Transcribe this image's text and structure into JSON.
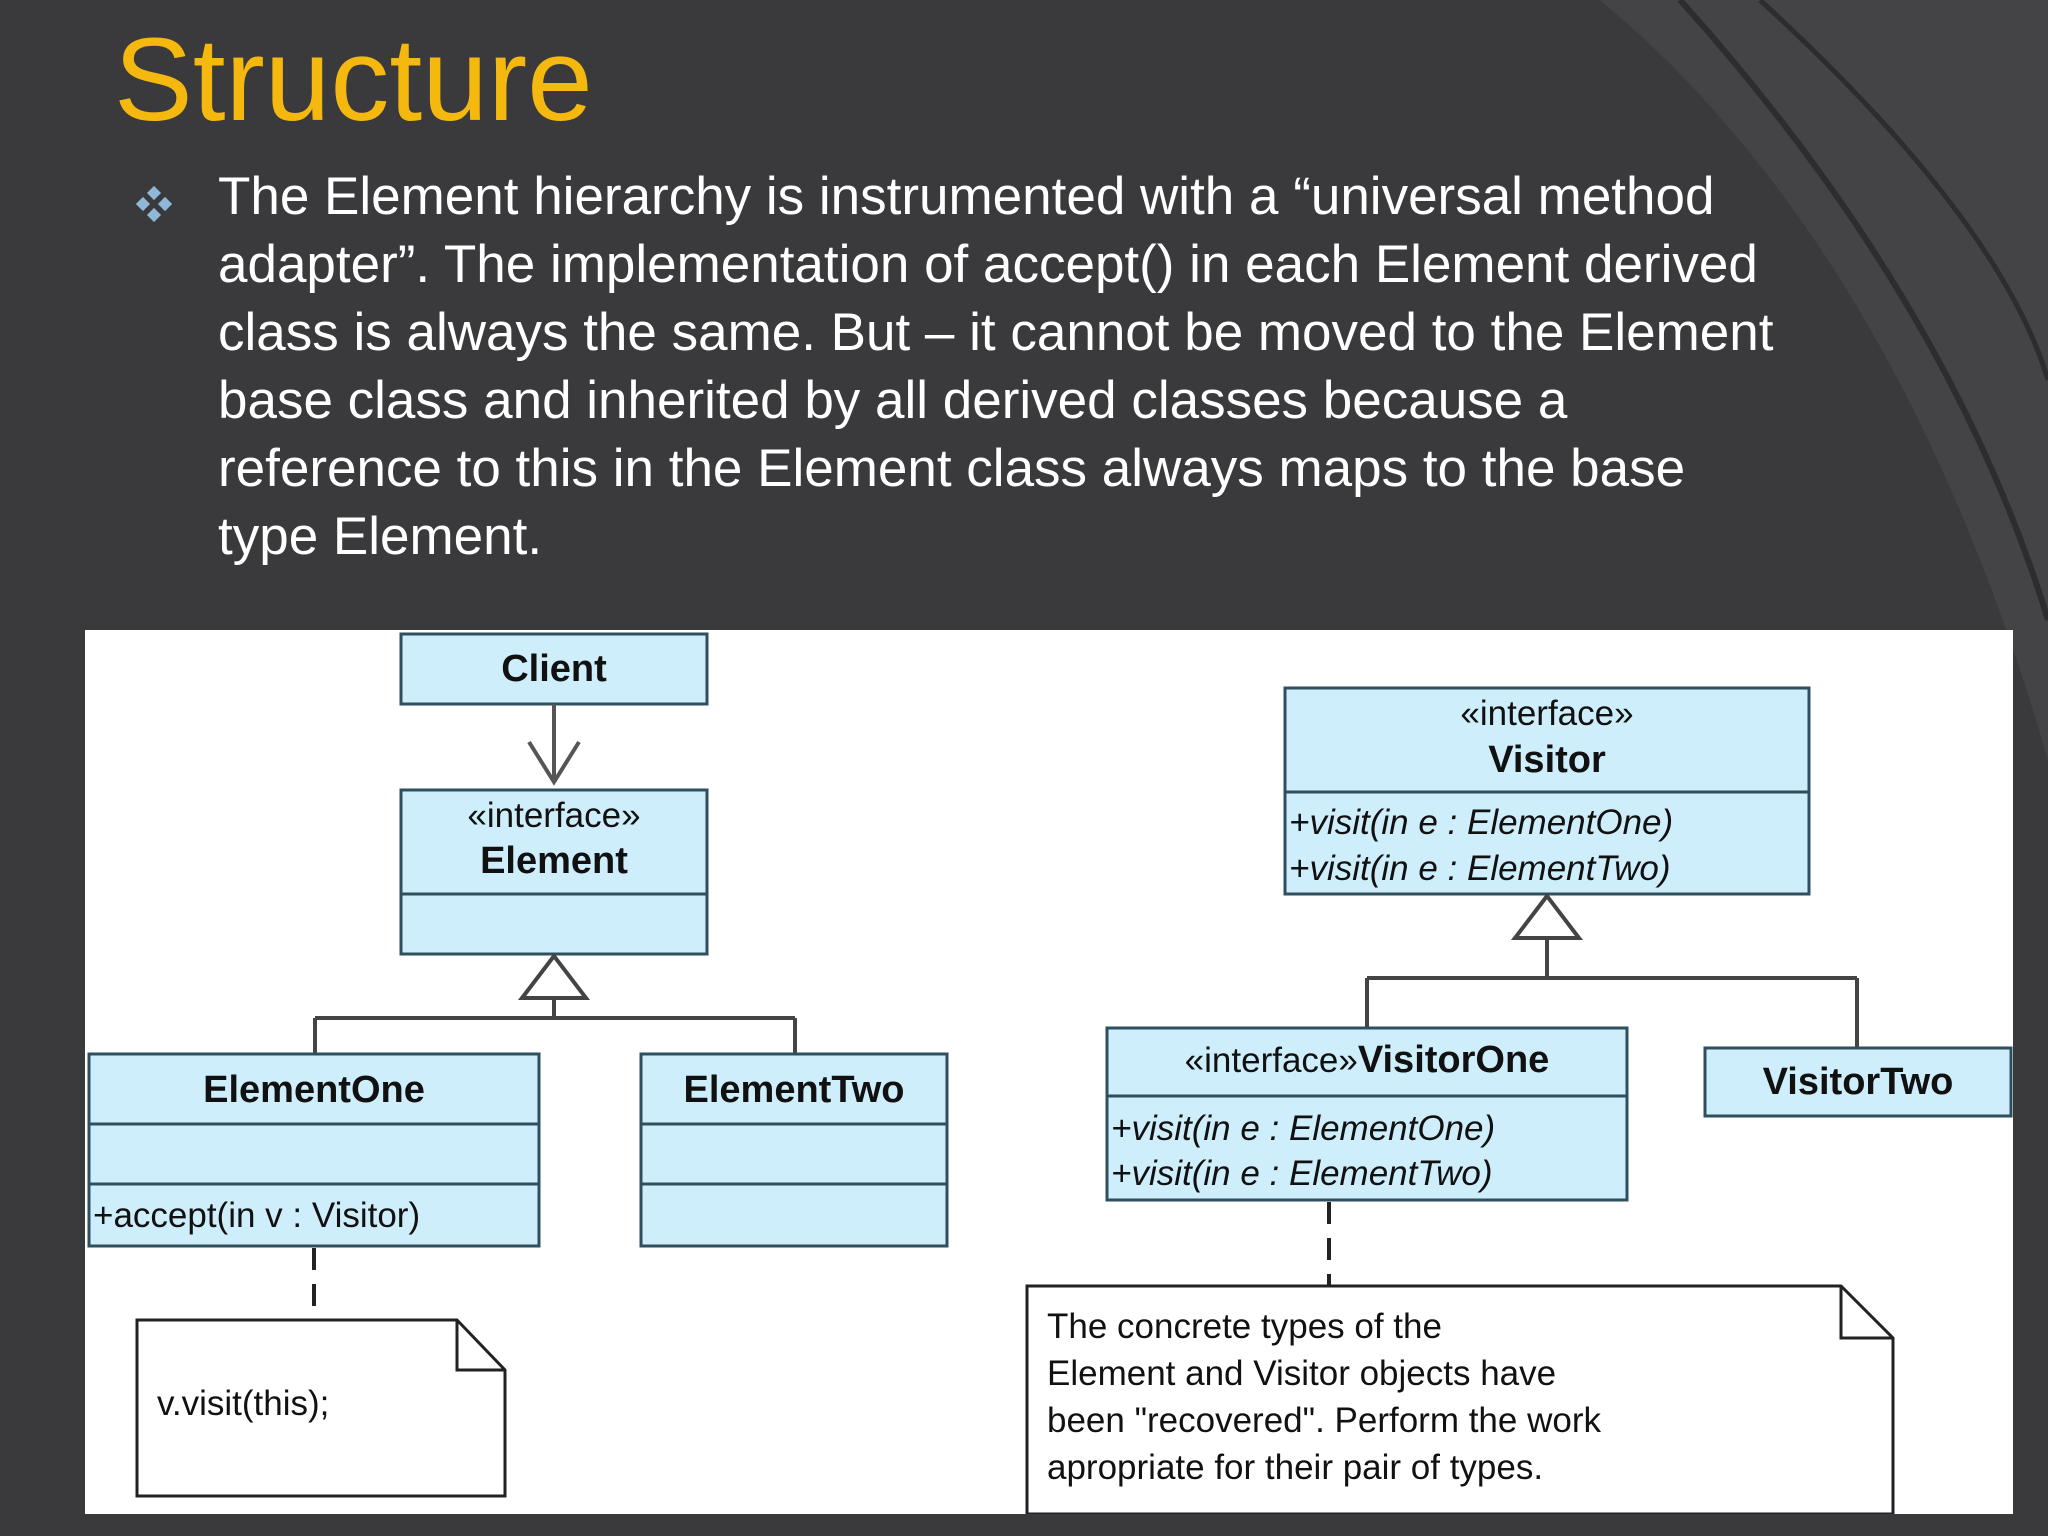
{
  "slide": {
    "title": "Structure",
    "bullet_lines": [
      "The Element hierarchy is instrumented with a “universal method",
      "adapter”. The implementation of accept() in each Element derived",
      "class is always the same. But – it cannot be moved to the Element",
      "base class and inherited by all derived classes because a",
      "reference to this in the Element class always maps to the base",
      "type Element."
    ],
    "colors": {
      "background": "#3a3a3c",
      "title": "#f5b80f",
      "text": "#ffffff",
      "box_fill": "#cfeefc",
      "box_stroke": "#2f4f5f"
    }
  },
  "diagram": {
    "client": {
      "name": "Client"
    },
    "element": {
      "stereotype": "«interface»",
      "name": "Element"
    },
    "element_one": {
      "name": "ElementOne",
      "operation": "+accept(in v : Visitor)"
    },
    "element_two": {
      "name": "ElementTwo"
    },
    "visitor": {
      "stereotype": "«interface»",
      "name": "Visitor",
      "operations": [
        "+visit(in e : ElementOne)",
        "+visit(in e : ElementTwo)"
      ]
    },
    "visitor_one": {
      "stereotype": "«interface»",
      "name": "VisitorOne",
      "operations": [
        "+visit(in e : ElementOne)",
        "+visit(in e : ElementTwo)"
      ]
    },
    "visitor_two": {
      "name": "VisitorTwo"
    },
    "note_element": {
      "text": "v.visit(this);"
    },
    "note_visitor": {
      "lines": [
        "The concrete types of the",
        "Element and Visitor objects have",
        "been \"recovered\". Perform the work",
        "apropriate for their pair of types."
      ]
    }
  }
}
